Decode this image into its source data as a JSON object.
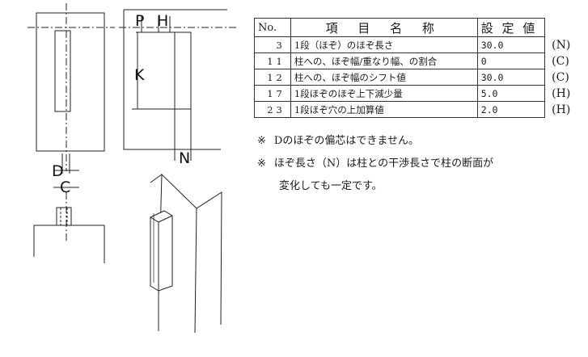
{
  "drawing_labels": {
    "P": "P",
    "H": "H",
    "K": "K",
    "N": "N",
    "D": "D",
    "C": "C"
  },
  "table": {
    "headers": {
      "no": "No.",
      "name": "項 目 名 称",
      "value": "設 定 値"
    },
    "rows": [
      {
        "no": "3",
        "name": "1段（ほぞ）のほぞ長さ",
        "value": "30.0",
        "code": "(N)"
      },
      {
        "no": "11",
        "name": "柱への、ほぞ幅/重なり幅、の割合",
        "value": "0",
        "code": "(C)"
      },
      {
        "no": "12",
        "name": "柱への、ほぞ幅のシフト値",
        "value": "30.0",
        "code": "(C)"
      },
      {
        "no": "17",
        "name": "1段ほぞのほぞ上下減少量",
        "value": "5.0",
        "code": "(H)"
      },
      {
        "no": "23",
        "name": "1段ほぞ穴の上加算値",
        "value": "2.0",
        "code": "(H)"
      }
    ]
  },
  "notes": {
    "mark": "※",
    "line1": "Dのほぞの偏芯はできません。",
    "line2": "ほぞ長さ（N）は柱との干渉長さで柱の断面が",
    "line3": "変化しても一定です。"
  }
}
